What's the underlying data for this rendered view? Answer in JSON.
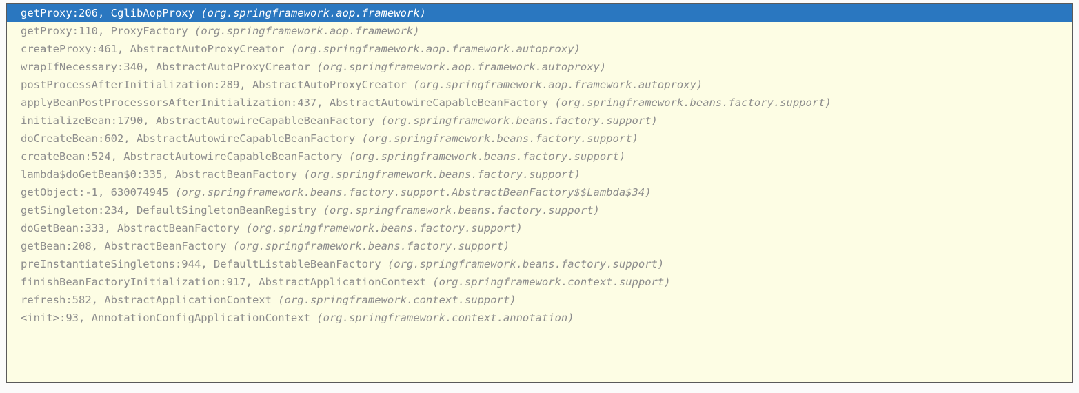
{
  "panel": {
    "name": "java-stack-trace-frames",
    "accent_selected_bg": "#2a77c0",
    "accent_selected_fg": "#ffffff",
    "background": "#fdfde4",
    "border_color": "#5a5a5a",
    "text_color": "#8d8d8d"
  },
  "frames": [
    {
      "selected": true,
      "location": "getProxy:206, CglibAopProxy",
      "package": "(org.springframework.aop.framework)"
    },
    {
      "selected": false,
      "location": "getProxy:110, ProxyFactory",
      "package": "(org.springframework.aop.framework)"
    },
    {
      "selected": false,
      "location": "createProxy:461, AbstractAutoProxyCreator",
      "package": "(org.springframework.aop.framework.autoproxy)"
    },
    {
      "selected": false,
      "location": "wrapIfNecessary:340, AbstractAutoProxyCreator",
      "package": "(org.springframework.aop.framework.autoproxy)"
    },
    {
      "selected": false,
      "location": "postProcessAfterInitialization:289, AbstractAutoProxyCreator",
      "package": "(org.springframework.aop.framework.autoproxy)"
    },
    {
      "selected": false,
      "location": "applyBeanPostProcessorsAfterInitialization:437, AbstractAutowireCapableBeanFactory",
      "package": "(org.springframework.beans.factory.support)"
    },
    {
      "selected": false,
      "location": "initializeBean:1790, AbstractAutowireCapableBeanFactory",
      "package": "(org.springframework.beans.factory.support)"
    },
    {
      "selected": false,
      "location": "doCreateBean:602, AbstractAutowireCapableBeanFactory",
      "package": "(org.springframework.beans.factory.support)"
    },
    {
      "selected": false,
      "location": "createBean:524, AbstractAutowireCapableBeanFactory",
      "package": "(org.springframework.beans.factory.support)"
    },
    {
      "selected": false,
      "location": "lambda$doGetBean$0:335, AbstractBeanFactory",
      "package": "(org.springframework.beans.factory.support)"
    },
    {
      "selected": false,
      "location": "getObject:-1, 630074945",
      "package": "(org.springframework.beans.factory.support.AbstractBeanFactory$$Lambda$34)"
    },
    {
      "selected": false,
      "location": "getSingleton:234, DefaultSingletonBeanRegistry",
      "package": "(org.springframework.beans.factory.support)"
    },
    {
      "selected": false,
      "location": "doGetBean:333, AbstractBeanFactory",
      "package": "(org.springframework.beans.factory.support)"
    },
    {
      "selected": false,
      "location": "getBean:208, AbstractBeanFactory",
      "package": "(org.springframework.beans.factory.support)"
    },
    {
      "selected": false,
      "location": "preInstantiateSingletons:944, DefaultListableBeanFactory",
      "package": "(org.springframework.beans.factory.support)"
    },
    {
      "selected": false,
      "location": "finishBeanFactoryInitialization:917, AbstractApplicationContext",
      "package": "(org.springframework.context.support)"
    },
    {
      "selected": false,
      "location": "refresh:582, AbstractApplicationContext",
      "package": "(org.springframework.context.support)"
    },
    {
      "selected": false,
      "location": "<init>:93, AnnotationConfigApplicationContext",
      "package": "(org.springframework.context.annotation)"
    }
  ]
}
